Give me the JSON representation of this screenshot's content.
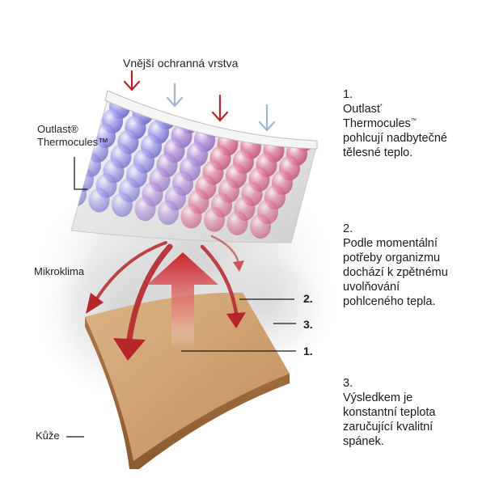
{
  "diagram": {
    "top_label": "Vnější ochranná vrstva",
    "thermocules_label": {
      "line1": "Outlast®",
      "line2": "Thermocules™"
    },
    "microclimate_label": "Mikroklima",
    "skin_label": "Kůže",
    "marker_2": "2.",
    "marker_3": "3.",
    "marker_1": "1.",
    "colors": {
      "warm_arrow": "#b5262b",
      "cool_arrow": "#9fb6cc",
      "skin": "#cfa06e",
      "cool_bead": "#8f8be3",
      "warm_bead": "#d9668e"
    }
  },
  "steps": [
    {
      "number": "1.",
      "lines": [
        "Outlast",
        "Thermocules",
        "pohlcují nadbytečné",
        "tělesné teplo."
      ],
      "marks": [
        "*",
        "™"
      ]
    },
    {
      "number": "2.",
      "lines": [
        "Podle momentální",
        "potřeby organizmu",
        "dochází k zpětnému",
        "uvolňování",
        "pohlceného tepla."
      ]
    },
    {
      "number": "3.",
      "lines": [
        "Výsledkem je",
        "konstantní teplota",
        "zaručující  kvalitní",
        "spánek."
      ]
    }
  ]
}
